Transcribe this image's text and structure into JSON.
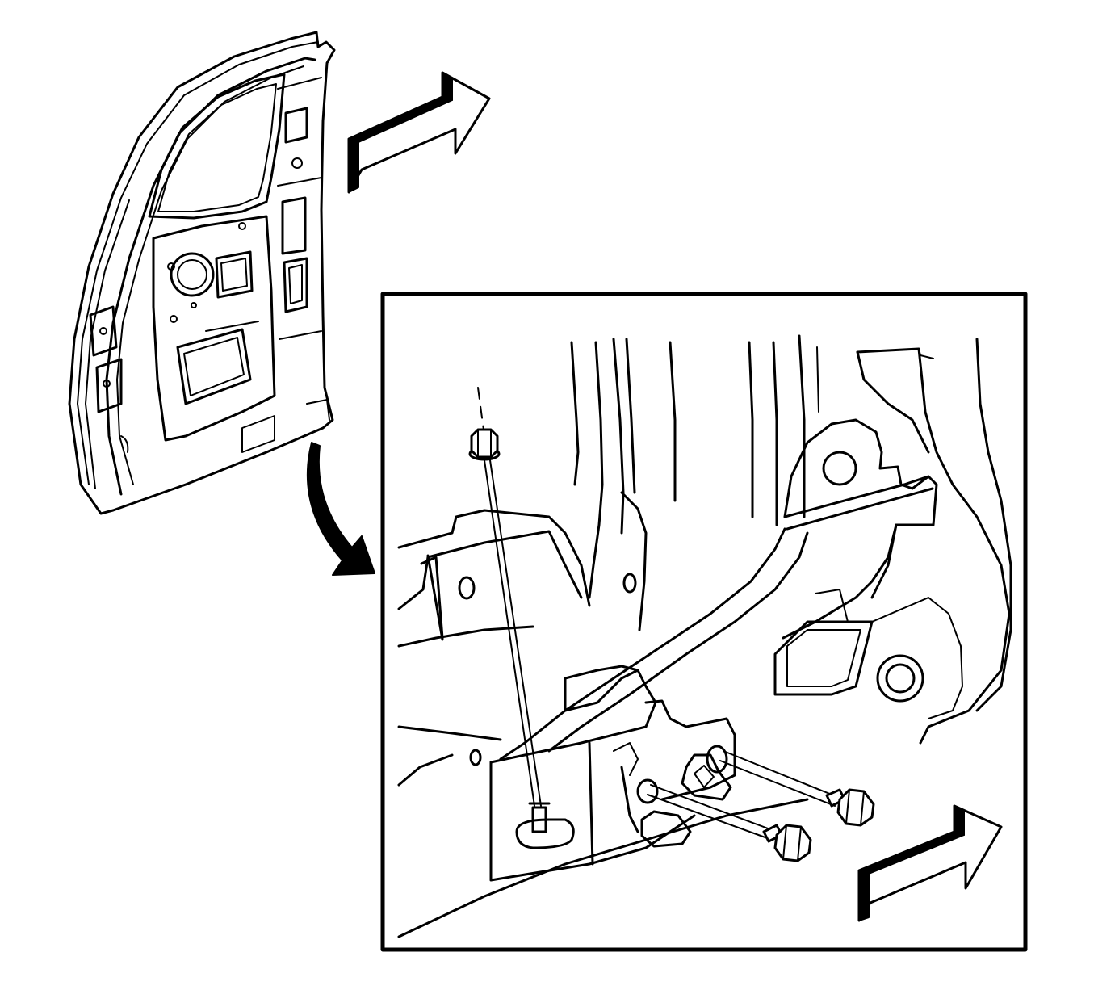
{
  "figure": {
    "description_visible_text": [],
    "colors": {
      "ink": "#000000",
      "paper": "#ffffff"
    },
    "icons": [
      "door-overview",
      "direction-arrow",
      "callout-arrow",
      "detail-inset",
      "bolt",
      "nut",
      "stud"
    ]
  }
}
